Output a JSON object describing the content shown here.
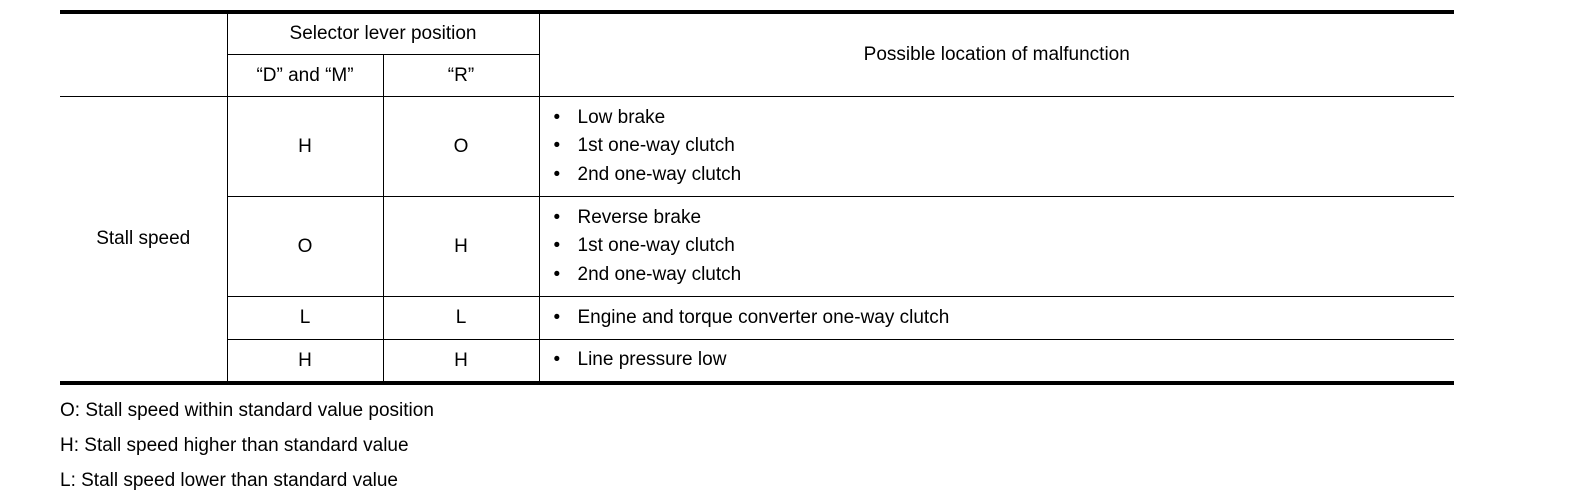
{
  "table": {
    "header": {
      "selector_group": "Selector lever position",
      "col_d_m": "“D” and “M”",
      "col_r": "“R”",
      "location": "Possible location of malfunction"
    },
    "row_label": "Stall speed",
    "bullet": "•",
    "rows": [
      {
        "d_m": "H",
        "r": "O",
        "locations": [
          "Low brake",
          "1st one-way clutch",
          "2nd one-way clutch"
        ]
      },
      {
        "d_m": "O",
        "r": "H",
        "locations": [
          "Reverse brake",
          "1st one-way clutch",
          "2nd one-way clutch"
        ]
      },
      {
        "d_m": "L",
        "r": "L",
        "locations": [
          "Engine and torque converter one-way clutch"
        ]
      },
      {
        "d_m": "H",
        "r": "H",
        "locations": [
          "Line pressure low"
        ]
      }
    ]
  },
  "notes": [
    "O: Stall speed within standard value position",
    "H: Stall speed higher than standard value",
    "L: Stall speed lower than standard value"
  ]
}
